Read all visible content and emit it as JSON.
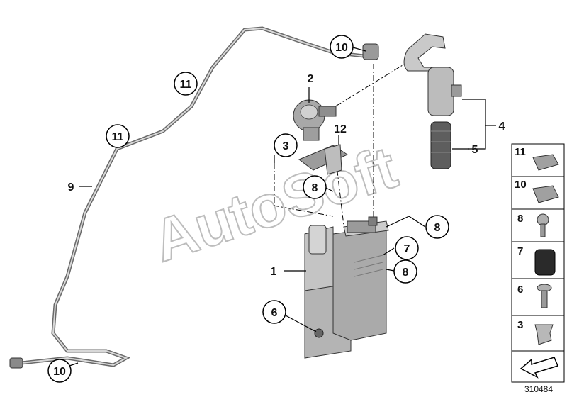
{
  "watermark": "AutoSoft",
  "diagram_id": "310484",
  "callouts": [
    "10",
    "11",
    "11",
    "2",
    "3",
    "12",
    "8",
    "10"
  ],
  "callout_circles": {
    "c10_top": "10",
    "c11_upper": "11",
    "c11_lower": "11",
    "c2": "2",
    "c3": "3",
    "c12": "12",
    "c8_left": "8",
    "c8_right_top": "8",
    "c7": "7",
    "c8_right": "8",
    "c6": "6",
    "c10_bottom": "10"
  },
  "plain_labels": {
    "l1": "1",
    "l4": "4",
    "l5": "5",
    "l9": "9",
    "l2": "2",
    "l12": "12"
  },
  "legend": [
    "11",
    "10",
    "8",
    "7",
    "6",
    "3"
  ],
  "colors": {
    "part_light": "#c8c8c8",
    "part_mid": "#a9a9a9",
    "part_dark": "#7a7a7a",
    "frame": "#000000"
  }
}
